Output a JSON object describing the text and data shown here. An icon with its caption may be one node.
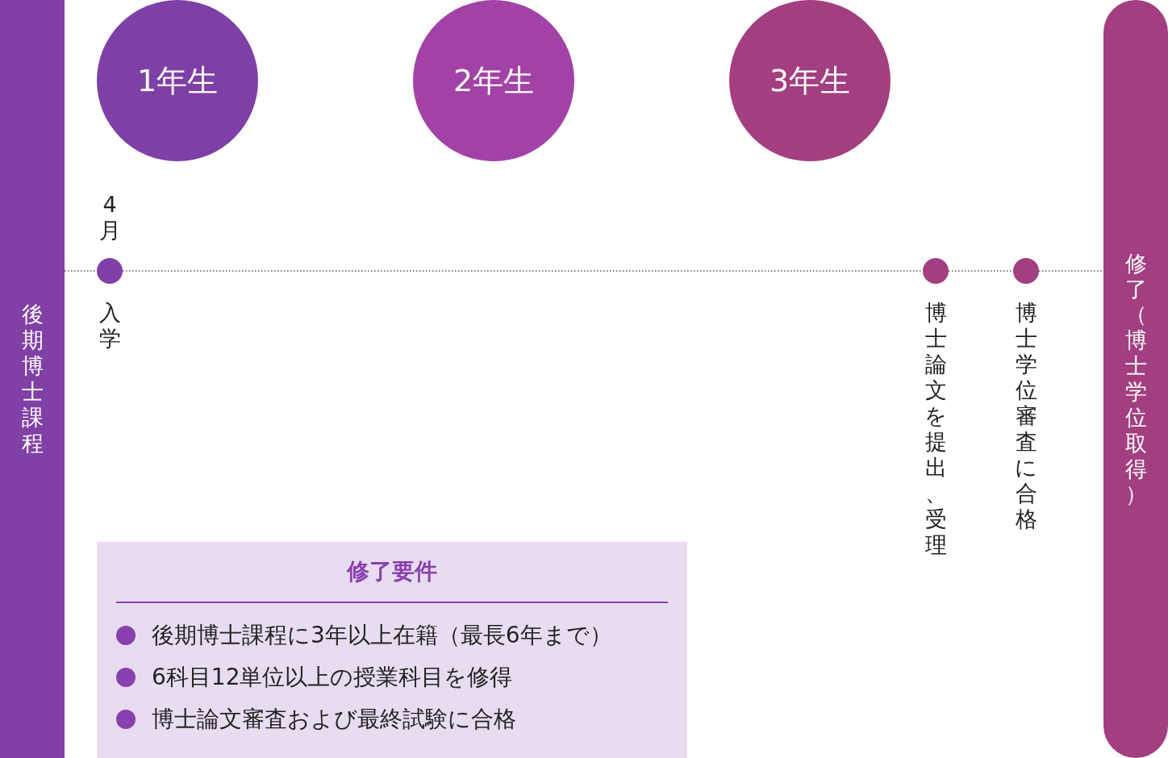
{
  "diagram": {
    "nodes": [
      {
        "text": [
          "後期博士課程"
        ]
      },
      {
        "text": [
          "1年生"
        ]
      },
      {
        "text": [
          "2年生"
        ]
      },
      {
        "text": [
          "3年生"
        ]
      },
      {
        "text": [
          "修了（博士学位取得）"
        ]
      },
      {
        "text": [],
        "shape": "circle",
        "beside": [
          "4月",
          "入学"
        ]
      },
      {
        "text": [],
        "shape": "circle",
        "beside": [
          "博士論文を提出、受理"
        ]
      },
      {
        "text": [],
        "shape": "circle",
        "beside": [
          "博士学位審査に合格"
        ]
      },
      {
        "text": [
          "修了要件",
          "後期博士課程に3年以上在籍（最長6年まで）",
          "6科目12単位以上の授業科目を修得",
          "博士論文審査および最終試験に合格"
        ]
      }
    ],
    "edges": [
      {
        "from": 0,
        "to": 5,
        "arrow": "none",
        "style": "dashed"
      },
      {
        "from": 5,
        "to": 6,
        "arrow": "none",
        "style": "dashed"
      },
      {
        "from": 6,
        "to": 7,
        "arrow": "none",
        "style": "dashed"
      },
      {
        "from": 7,
        "to": 4,
        "arrow": "none",
        "style": "dashed"
      }
    ]
  }
}
